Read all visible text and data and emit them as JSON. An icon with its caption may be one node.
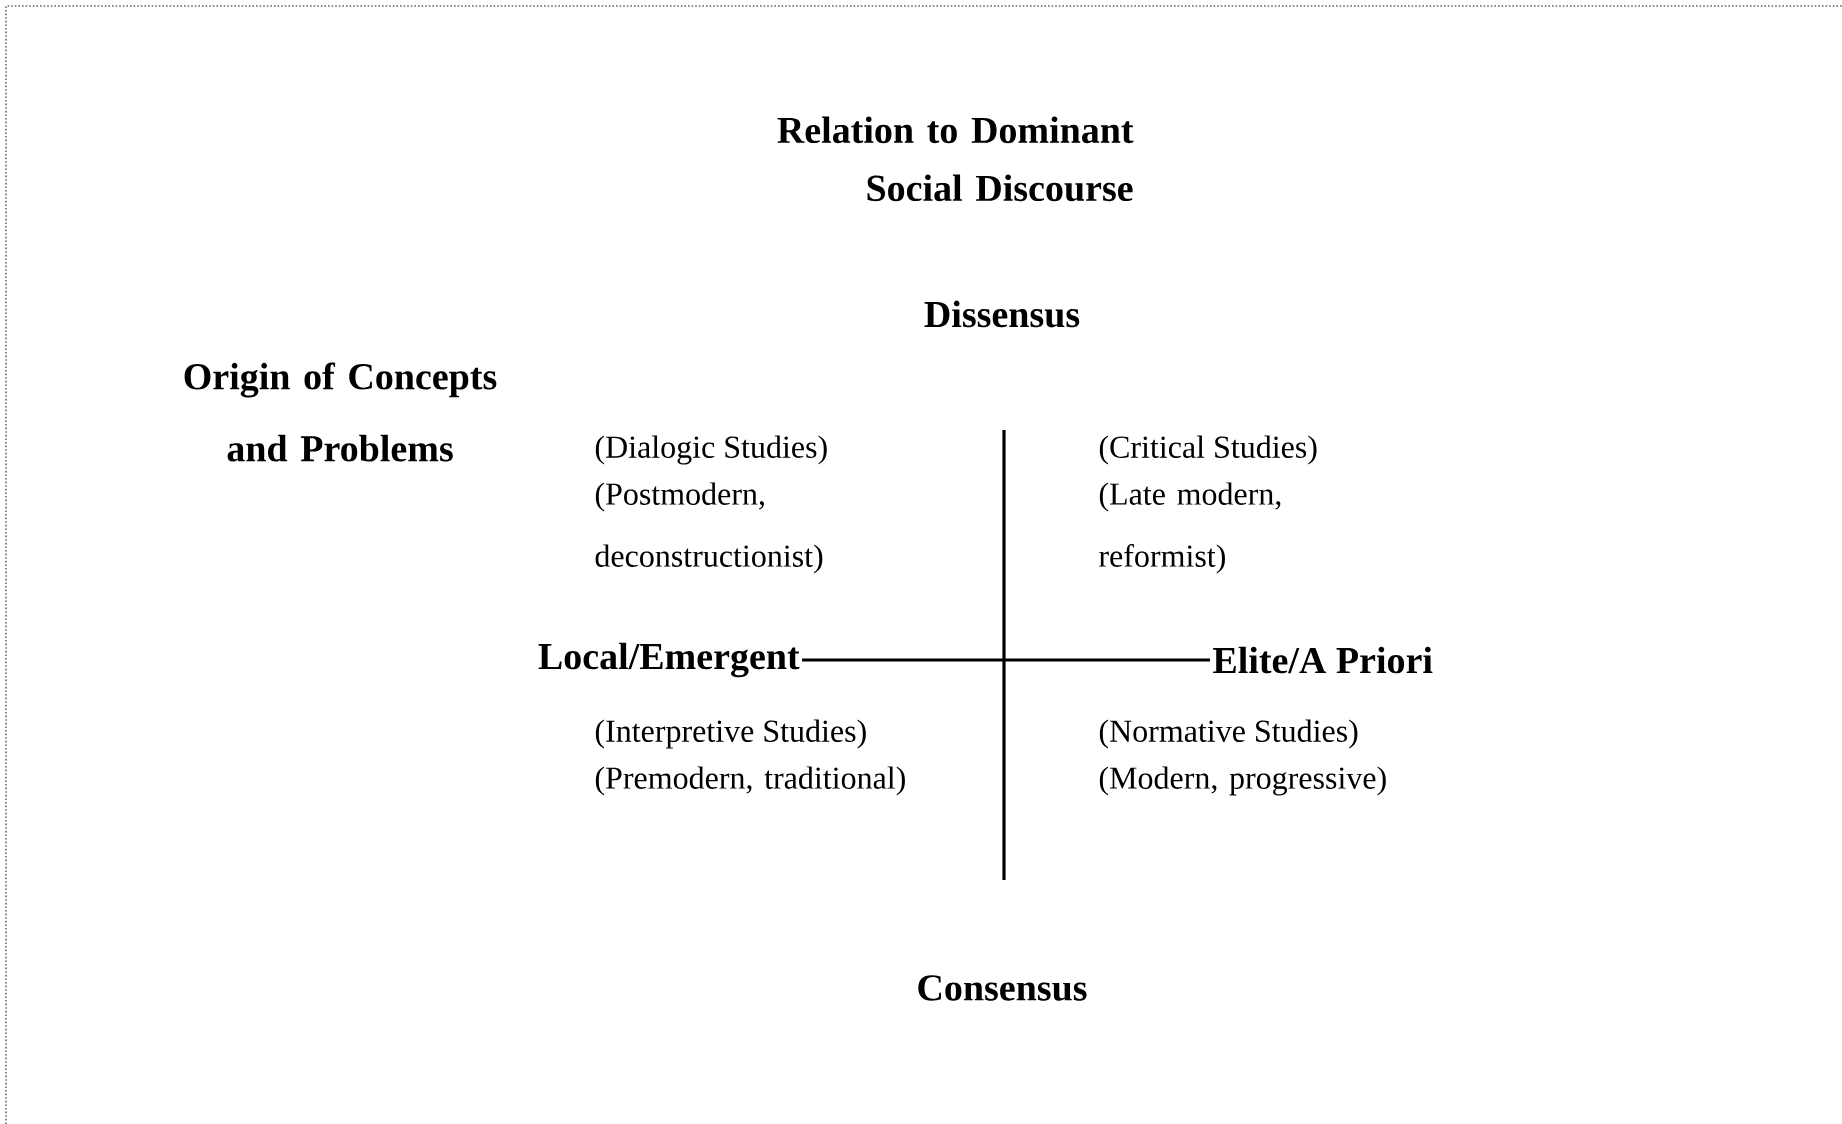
{
  "diagram": {
    "title": "Relation to Dominant Social Discourse",
    "nodes": [
      {
        "text": [
          "Local/Emergent"
        ]
      },
      {
        "text": [
          "Elite/A Priori"
        ]
      }
    ],
    "edges": [
      {
        "from": 0,
        "to": 1,
        "arrow": "none"
      }
    ],
    "labels": [
      "Dissensus",
      "Origin of Concepts and Problems",
      "(Dialogic Studies)",
      "(Postmodern, deconstructionist)",
      "(Critical Studies)",
      "(Late modern, reformist)",
      "(Interpretive Studies)",
      "(Premodern, traditional)",
      "(Normative Studies)",
      "(Modern, progressive)",
      "Consensus"
    ]
  }
}
